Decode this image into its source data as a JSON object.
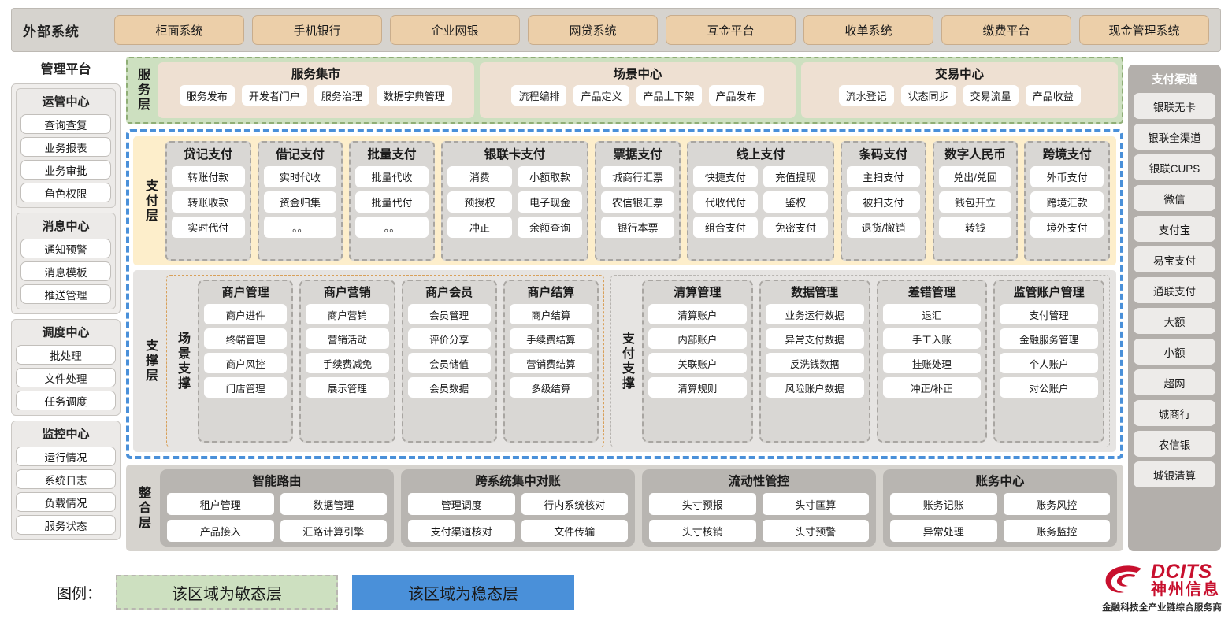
{
  "external": {
    "title": "外部系统",
    "items": [
      "柜面系统",
      "手机银行",
      "企业网银",
      "网贷系统",
      "互金平台",
      "收单系统",
      "缴费平台",
      "现金管理系统"
    ]
  },
  "left_sidebar": {
    "title": "管理平台",
    "groups": [
      {
        "title": "运管中心",
        "items": [
          "查询查复",
          "业务报表",
          "业务审批",
          "角色权限"
        ]
      },
      {
        "title": "消息中心",
        "items": [
          "通知预警",
          "消息模板",
          "推送管理"
        ]
      },
      {
        "title": "调度中心",
        "items": [
          "批处理",
          "文件处理",
          "任务调度"
        ]
      },
      {
        "title": "监控中心",
        "items": [
          "运行情况",
          "系统日志",
          "负载情况",
          "服务状态"
        ]
      }
    ]
  },
  "right_sidebar": {
    "title": "支付渠道",
    "items": [
      "银联无卡",
      "银联全渠道",
      "银联CUPS",
      "微信",
      "支付宝",
      "易宝支付",
      "通联支付",
      "大额",
      "小额",
      "超网",
      "城商行",
      "农信银",
      "城银清算"
    ]
  },
  "service_layer": {
    "label": "服务层",
    "cards": [
      {
        "title": "服务集市",
        "items": [
          "服务发布",
          "开发者门户",
          "服务治理",
          "数据字典管理"
        ]
      },
      {
        "title": "场景中心",
        "items": [
          "流程编排",
          "产品定义",
          "产品上下架",
          "产品发布"
        ]
      },
      {
        "title": "交易中心",
        "items": [
          "流水登记",
          "状态同步",
          "交易流量",
          "产品收益"
        ]
      }
    ]
  },
  "pay_layer": {
    "label": "支付层",
    "columns": [
      {
        "title": "贷记支付",
        "cols": 1,
        "items": [
          "转账付款",
          "转账收款",
          "实时代付"
        ]
      },
      {
        "title": "借记支付",
        "cols": 1,
        "items": [
          "实时代收",
          "资金归集",
          "。。"
        ]
      },
      {
        "title": "批量支付",
        "cols": 1,
        "items": [
          "批量代收",
          "批量代付",
          "。。"
        ]
      },
      {
        "title": "银联卡支付",
        "cols": 2,
        "items": [
          "消费",
          "小额取款",
          "预授权",
          "电子现金",
          "冲正",
          "余额查询"
        ]
      },
      {
        "title": "票据支付",
        "cols": 1,
        "items": [
          "城商行汇票",
          "农信银汇票",
          "银行本票"
        ]
      },
      {
        "title": "线上支付",
        "cols": 2,
        "items": [
          "快捷支付",
          "充值提现",
          "代收代付",
          "鉴权",
          "组合支付",
          "免密支付"
        ]
      },
      {
        "title": "条码支付",
        "cols": 1,
        "items": [
          "主扫支付",
          "被扫支付",
          "退货/撤销"
        ]
      },
      {
        "title": "数字人民币",
        "cols": 1,
        "items": [
          "兑出/兑回",
          "钱包开立",
          "转钱"
        ]
      },
      {
        "title": "跨境支付",
        "cols": 1,
        "items": [
          "外币支付",
          "跨境汇款",
          "境外支付"
        ]
      }
    ]
  },
  "support_layer": {
    "label": "支撑层",
    "zones": [
      {
        "label": "场景支撑",
        "columns": [
          {
            "title": "商户管理",
            "items": [
              "商户进件",
              "终端管理",
              "商户风控",
              "门店管理"
            ]
          },
          {
            "title": "商户营销",
            "items": [
              "商户营销",
              "营销活动",
              "手续费减免",
              "展示管理"
            ]
          },
          {
            "title": "商户会员",
            "items": [
              "会员管理",
              "评价分享",
              "会员储值",
              "会员数据"
            ]
          },
          {
            "title": "商户结算",
            "items": [
              "商户结算",
              "手续费结算",
              "营销费结算",
              "多级结算"
            ]
          }
        ]
      },
      {
        "label": "支付支撑",
        "columns": [
          {
            "title": "清算管理",
            "items": [
              "清算账户",
              "内部账户",
              "关联账户",
              "清算规则"
            ]
          },
          {
            "title": "数据管理",
            "items": [
              "业务运行数据",
              "异常支付数据",
              "反洗钱数据",
              "风险账户数据"
            ]
          },
          {
            "title": "差错管理",
            "items": [
              "退汇",
              "手工入账",
              "挂账处理",
              "冲正/补正"
            ]
          },
          {
            "title": "监管账户管理",
            "items": [
              "支付管理",
              "金融服务管理",
              "个人账户",
              "对公账户"
            ]
          }
        ]
      }
    ]
  },
  "integration_layer": {
    "label": "整合层",
    "cards": [
      {
        "title": "智能路由",
        "items": [
          "租户管理",
          "数据管理",
          "产品接入",
          "汇路计算引擎"
        ]
      },
      {
        "title": "跨系统集中对账",
        "items": [
          "管理调度",
          "行内系统核对",
          "支付渠道核对",
          "文件传输"
        ]
      },
      {
        "title": "流动性管控",
        "items": [
          "头寸预报",
          "头寸匡算",
          "头寸核销",
          "头寸预警"
        ]
      },
      {
        "title": "账务中心",
        "items": [
          "账务记账",
          "账务风控",
          "异常处理",
          "账务监控"
        ]
      }
    ]
  },
  "legend": {
    "label": "图例：",
    "agile_text": "该区域为敏态层",
    "stable_text": "该区域为稳态层",
    "agile_color": "#cde0c0",
    "stable_color": "#4a90d9"
  },
  "logo": {
    "brand_en": "DCITS",
    "brand_cn": "神州信息",
    "tagline": "金融科技全产业链综合服务商",
    "brand_color": "#c8102e"
  }
}
